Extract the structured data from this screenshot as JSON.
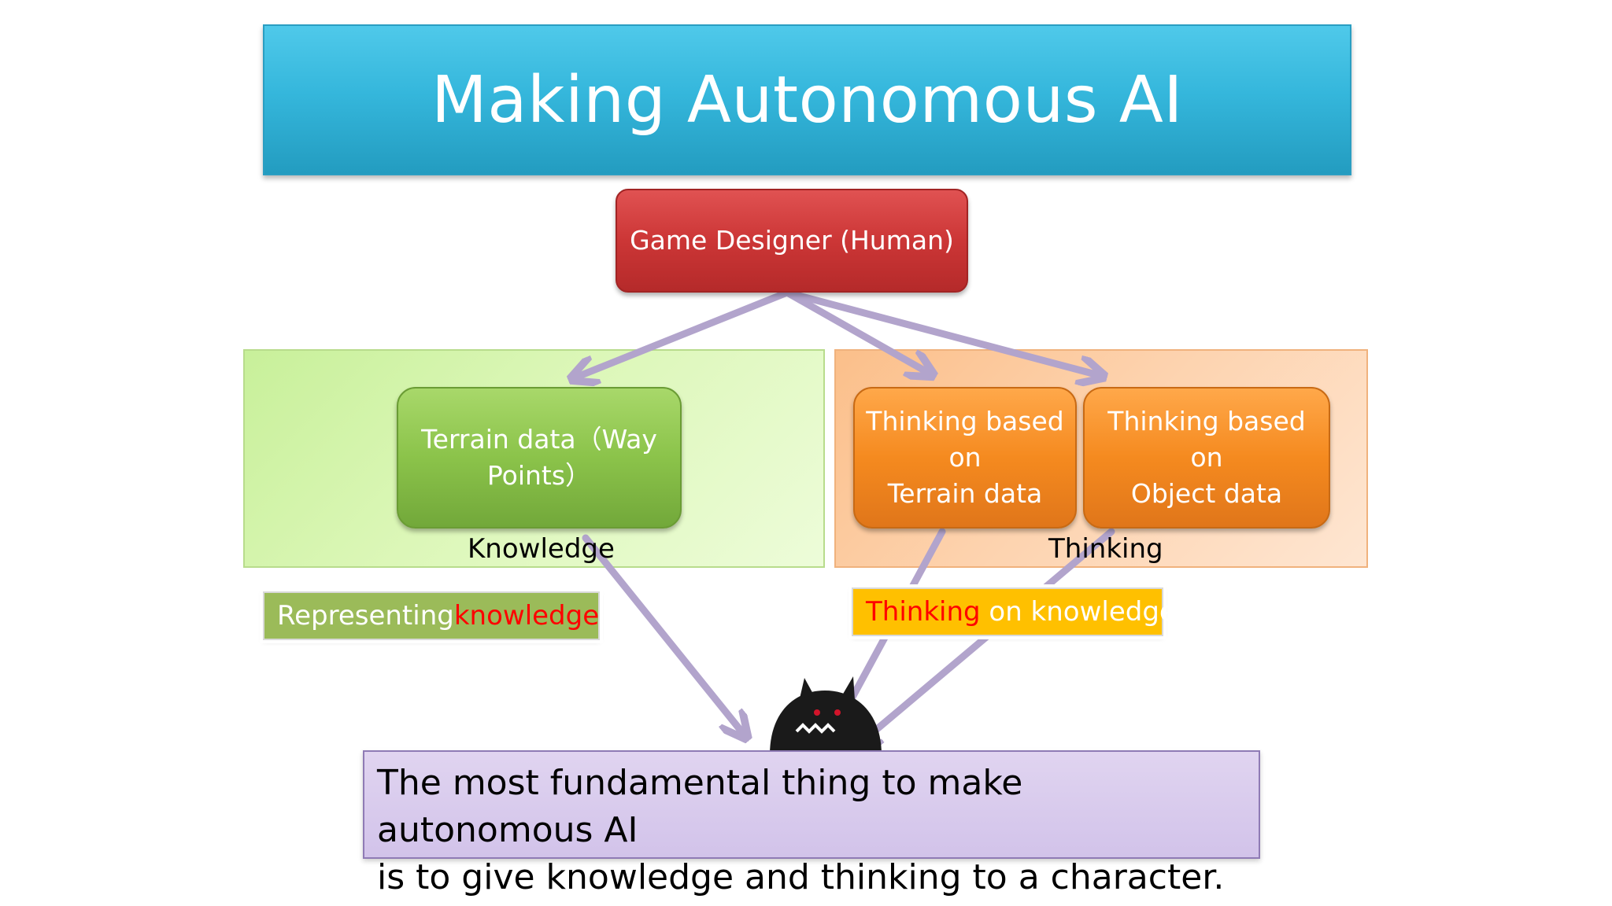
{
  "title": "Making Autonomous AI",
  "designer_node": "Game Designer (Human)",
  "knowledge_region": {
    "label": "Knowledge",
    "node": "Terrain data（Way\nPoints）"
  },
  "thinking_region": {
    "label": "Thinking",
    "node_terrain": "Thinking based\non\nTerrain data",
    "node_object": "Thinking based\non\nObject data"
  },
  "tag_represent": {
    "prefix": "Representing ",
    "highlight": "knowledge"
  },
  "tag_thinking": {
    "highlight": "Thinking",
    "suffix": " on knowledge"
  },
  "note": "The most fundamental thing to make autonomous AI\nis to give knowledge and thinking to a character.",
  "colors": {
    "title": "#35b7dc",
    "designer": "#cc3636",
    "knowledge": "#8bc34a",
    "thinking": "#f58a1f",
    "arrow": "#b2a4cc",
    "note": "#d8cbee"
  },
  "icons": [
    "character-icon"
  ]
}
